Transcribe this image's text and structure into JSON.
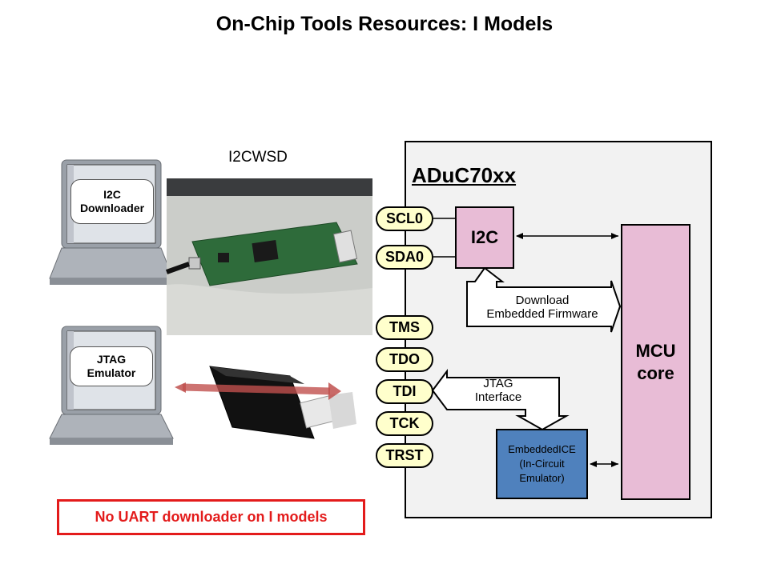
{
  "title": "On-Chip Tools Resources: I Models",
  "chip": {
    "name": "ADuC70xx",
    "pins": [
      "SCL0",
      "SDA0",
      "TMS",
      "TDO",
      "TDI",
      "TCK",
      "TRST"
    ],
    "i2c_block": "I2C",
    "mcu_block": "MCU\ncore",
    "ice_block": "EmbeddedICE\n(In-Circuit\nEmulator)",
    "download_callout": "Download\nEmbedded Firmware",
    "jtag_callout": "JTAG\nInterface"
  },
  "tools": {
    "cable_label": "I2CWSD",
    "i2c_tool": "I2C\nDownloader",
    "jtag_tool": "JTAG\nEmulator"
  },
  "warning": "No UART downloader on I models",
  "colors": {
    "pin_fill": "#ffffcc",
    "block_pink": "#e8bcd6",
    "ice_blue": "#4f81bd",
    "warning_red": "#e31b1b",
    "chip_bg": "#f2f2f2"
  }
}
